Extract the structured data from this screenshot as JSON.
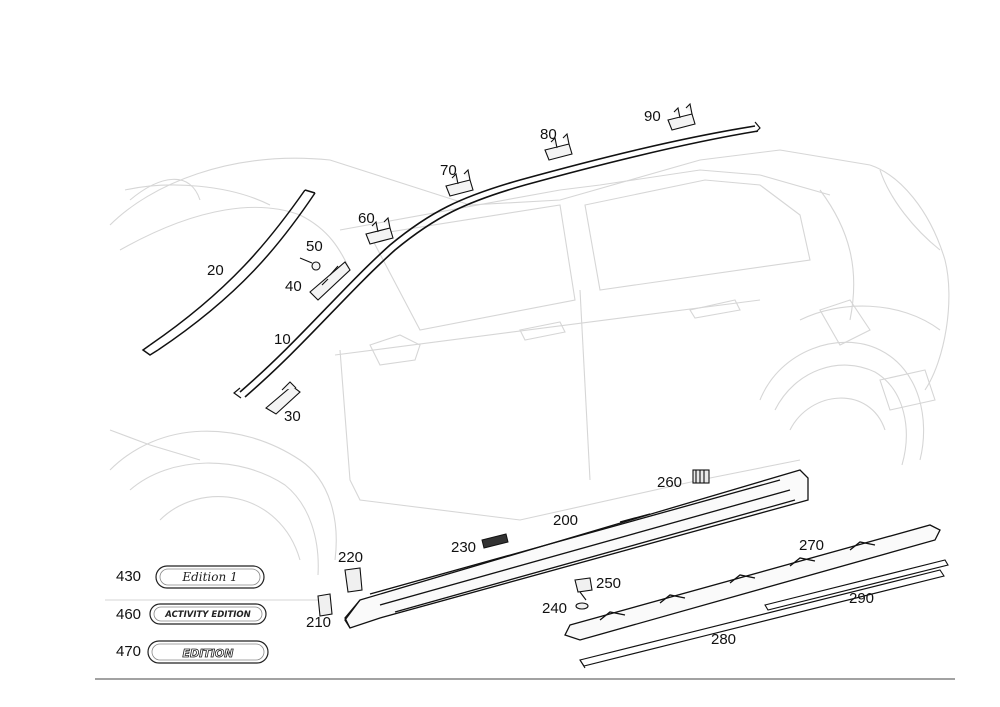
{
  "callouts": {
    "c10": "10",
    "c20": "20",
    "c30": "30",
    "c40": "40",
    "c50": "50",
    "c60": "60",
    "c70": "70",
    "c80": "80",
    "c90": "90",
    "c200": "200",
    "c210": "210",
    "c220": "220",
    "c230": "230",
    "c240": "240",
    "c250": "250",
    "c260": "260",
    "c270": "270",
    "c280": "280",
    "c290": "290",
    "c430": "430",
    "c460": "460",
    "c470": "470"
  },
  "badges": {
    "b430": "Edition 1",
    "b460": "ACTIVITY EDITION",
    "b470": "EDITION"
  }
}
